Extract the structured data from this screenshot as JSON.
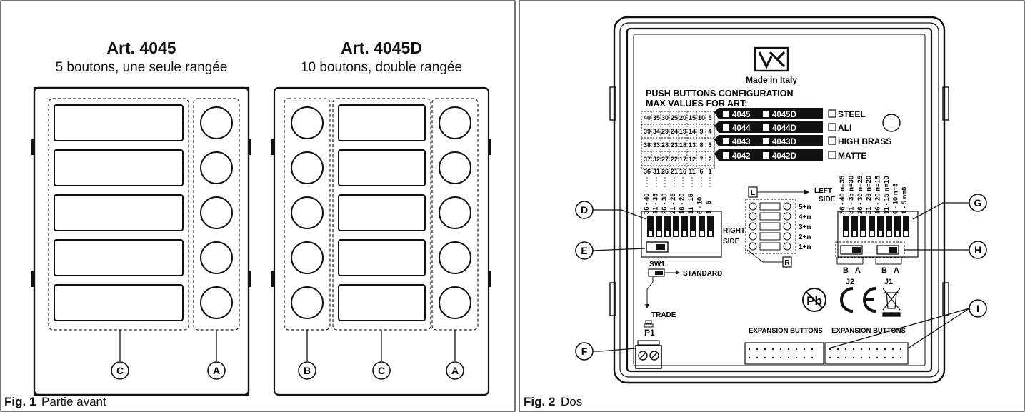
{
  "fig1": {
    "number": "Fig. 1",
    "caption": "Partie avant",
    "panel_left": {
      "title": "Art. 4045",
      "subtitle": "5 boutons, une seule rangée"
    },
    "panel_right": {
      "title": "Art. 4045D",
      "subtitle": "10 boutons, double rangée"
    },
    "callouts": [
      "C",
      "A",
      "B",
      "C",
      "A"
    ]
  },
  "fig2": {
    "number": "Fig. 2",
    "caption": "Dos",
    "brand_text": "Made in Italy",
    "config_title": "PUSH BUTTONS CONFIGURATION",
    "config_subtitle": "MAX VALUES FOR ART:",
    "table_rows": [
      [
        "40",
        "35",
        "30",
        "25",
        "20",
        "15",
        "10",
        "5"
      ],
      [
        "39",
        "34",
        "29",
        "24",
        "19",
        "14",
        "9",
        "4"
      ],
      [
        "38",
        "33",
        "28",
        "23",
        "18",
        "13",
        "8",
        "3"
      ],
      [
        "37",
        "32",
        "27",
        "22",
        "17",
        "12",
        "7",
        "2"
      ],
      [
        "36",
        "31",
        "26",
        "21",
        "16",
        "11",
        "6",
        "1"
      ]
    ],
    "art_rows": [
      [
        "4045",
        "4045D"
      ],
      [
        "4044",
        "4044D"
      ],
      [
        "4043",
        "4043D"
      ],
      [
        "4042",
        "4042D"
      ]
    ],
    "finishes": [
      "STEEL",
      "ALI",
      "HIGH BRASS",
      "MATTE"
    ],
    "ranges_left": [
      "36 - 40",
      "31 - 35",
      "26 - 30",
      "21 - 25",
      "16 - 20",
      "11 - 15",
      "6 - 10",
      "1 - 5"
    ],
    "ranges_right": [
      "36 - 40 n=35",
      "31 - 35 n=30",
      "26 - 30 n=25",
      "21 - 25 n=20",
      "16 - 20 n=15",
      "11 - 15 n=10",
      "6 - 10 n=5",
      "1 - 5 n=0"
    ],
    "n_labels": [
      "5+n",
      "4+n",
      "3+n",
      "2+n",
      "1+n"
    ],
    "left_side": [
      "LEFT",
      "SIDE"
    ],
    "right_side": [
      "RIGHT",
      "SIDE"
    ],
    "l_letter": "L",
    "r_letter": "R",
    "sw1": "SW1",
    "standard": "STANDARD",
    "trade": "TRADE",
    "p1": "P1",
    "jumper_labels": [
      "B",
      "A",
      "B",
      "A"
    ],
    "j2": "J2",
    "j1": "J1",
    "expansion": [
      "EXPANSION BUTTONS",
      "EXPANSION BUTTONS"
    ],
    "callouts": [
      "D",
      "E",
      "F",
      "G",
      "H",
      "I"
    ]
  }
}
